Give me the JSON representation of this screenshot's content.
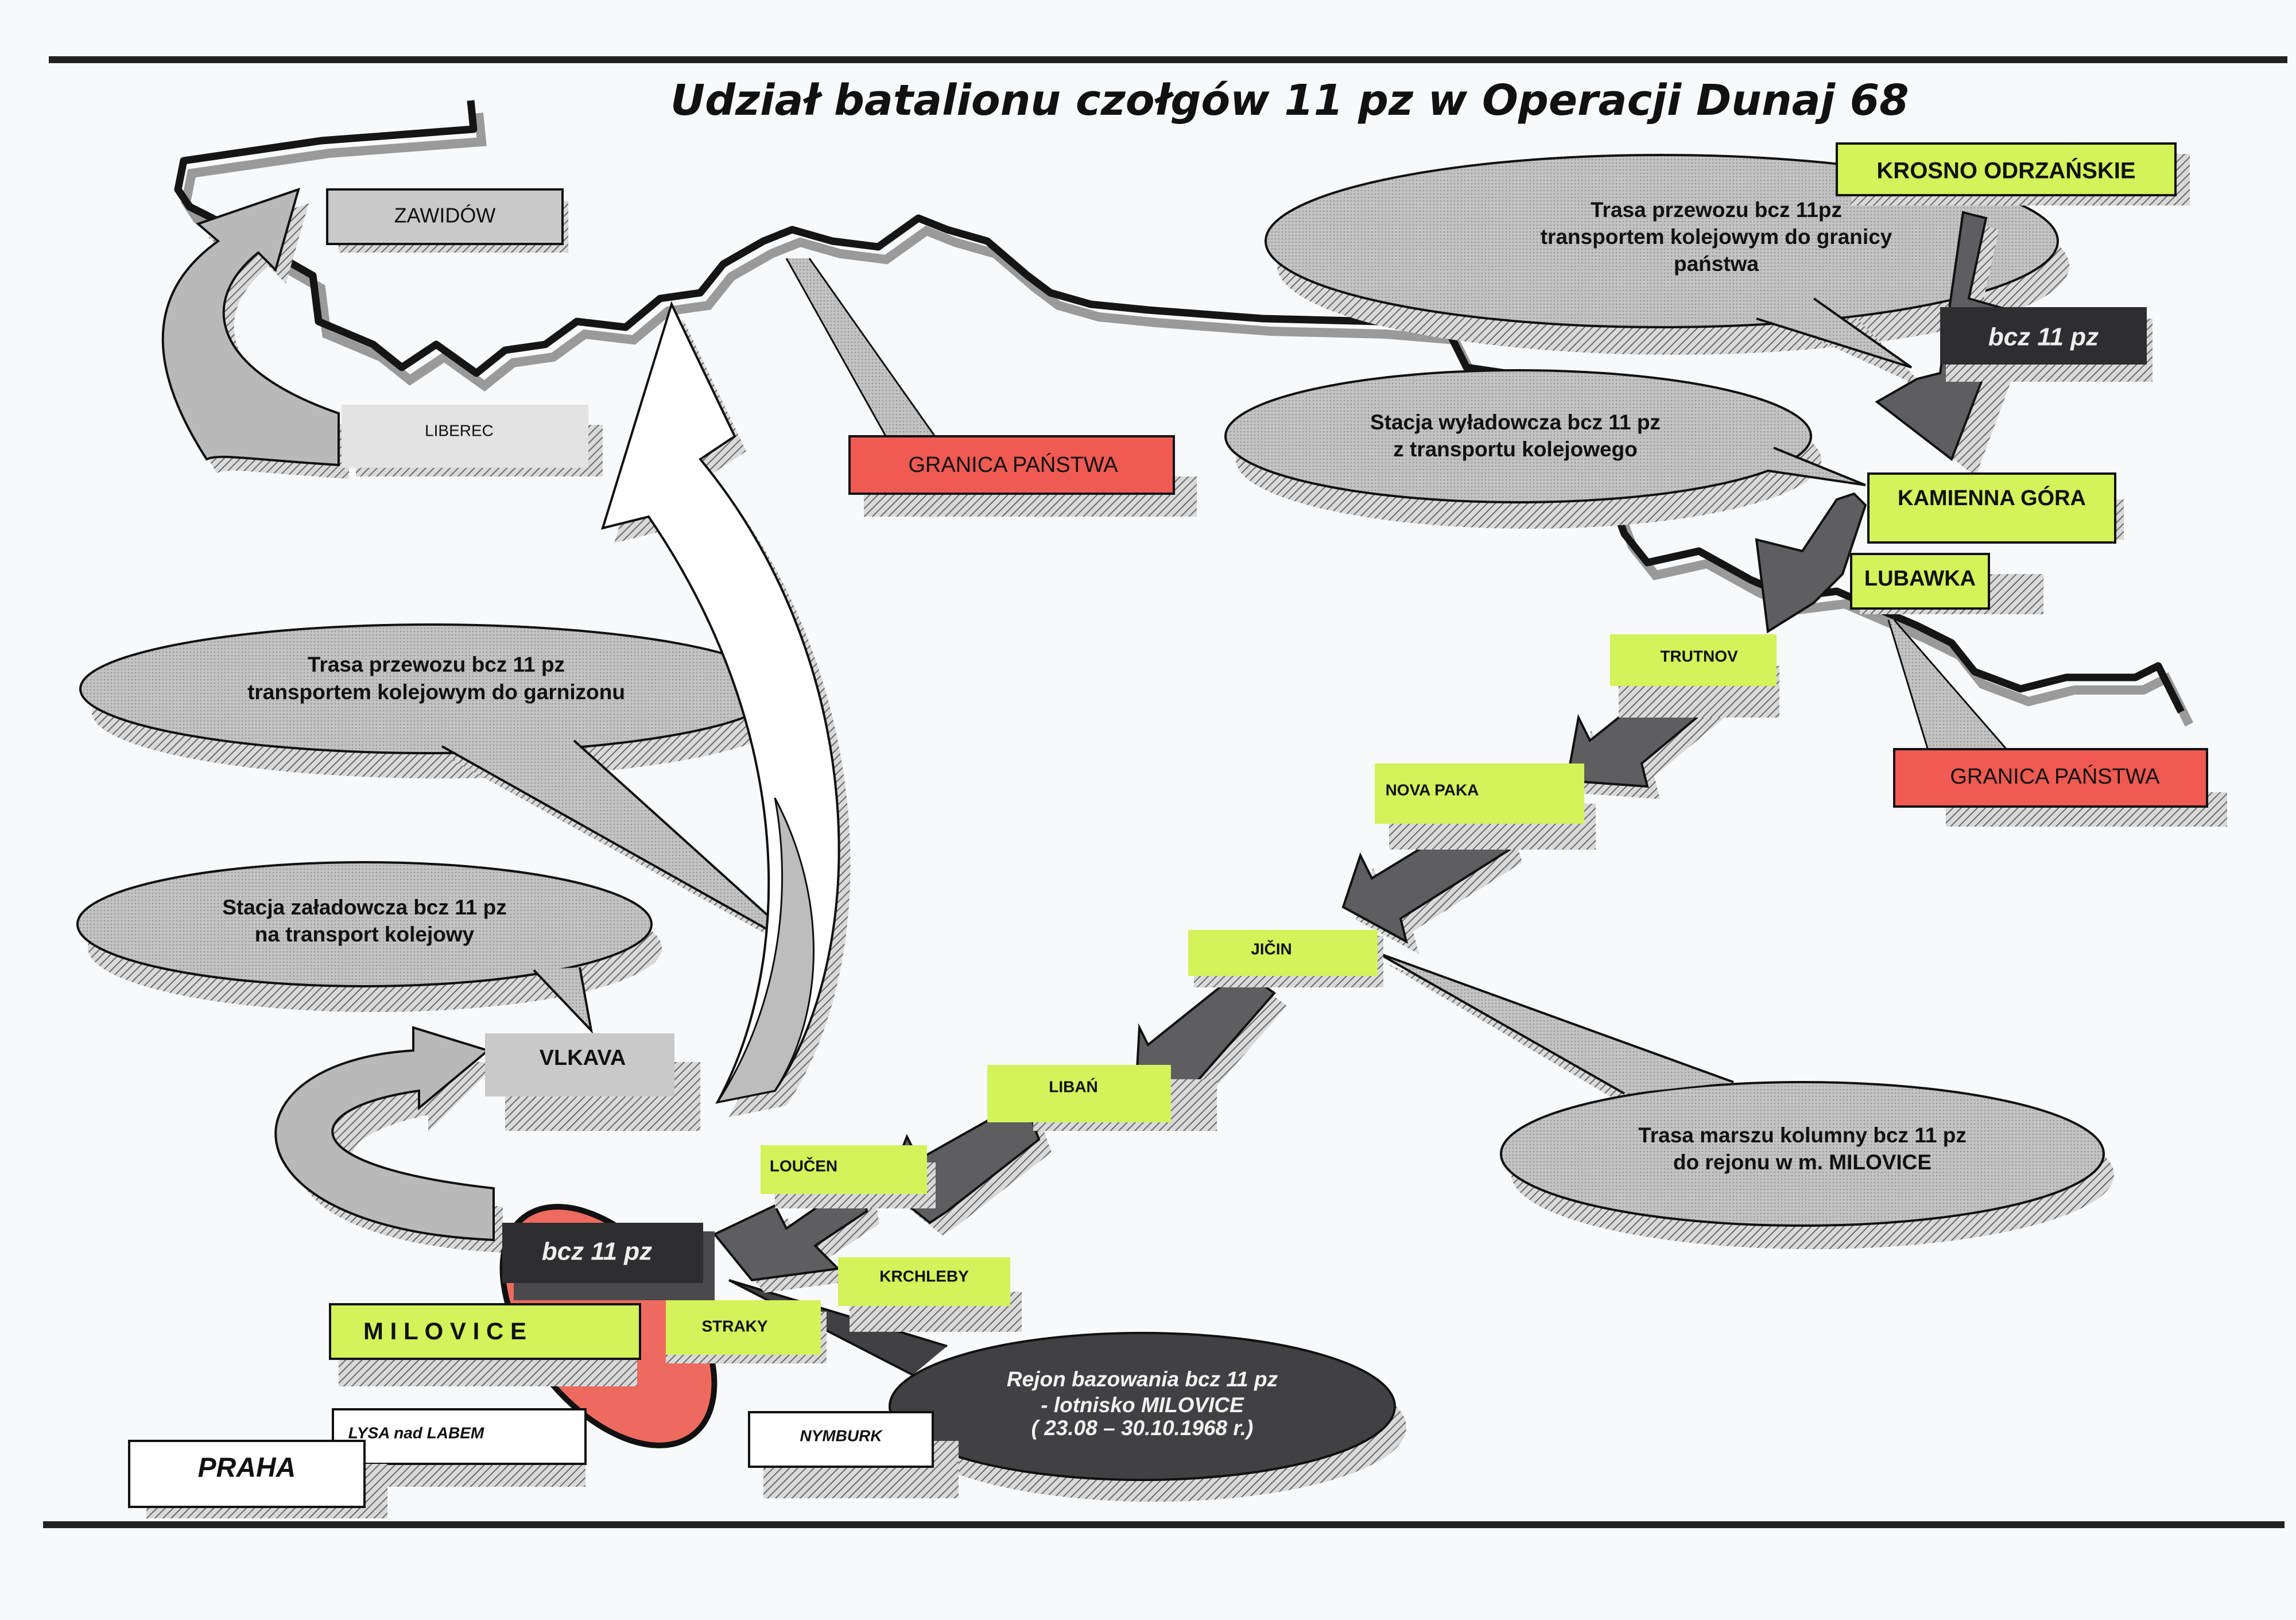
{
  "title": "Udział batalionu czołgów 11 pz w Operacji Dunaj 68",
  "colors": {
    "highlight": "#d4f25a",
    "border_red": "#ef5a52",
    "unit_dark": "#2e2e30",
    "gray_box": "#c9c9c9",
    "arrow_dark": "#5e5e60",
    "arrow_light": "#b8b8b8",
    "bubble": "#bdbdbd",
    "bubble_dark": "#3e3e40"
  },
  "places": {
    "krosno": "KROSNO ODRZAŃSKIE",
    "zawidow": "ZAWIDÓW",
    "liberec": "LIBEREC",
    "granica_left": "GRANICA PAŃSTWA",
    "granica_right": "GRANICA PAŃSTWA",
    "kamienna_gora": "KAMIENNA GÓRA",
    "lubawka": "LUBAWKA",
    "trutnov": "TRUTNOV",
    "nova_paka": "NOVA PAKA",
    "jicin": "JIČIN",
    "liban": "LIBAŃ",
    "loucen": "LOUČEN",
    "krchleby": "KRCHLEBY",
    "straky": "STRAKY",
    "milovice": "M I L O V I C E",
    "vlkava": "VLKAVA",
    "lysa": "LYSA nad LABEM",
    "nymburk": "NYMBURK",
    "praha": "PRAHA"
  },
  "units": {
    "unit_top": "bcz 11 pz",
    "unit_bottom": "bcz 11 pz"
  },
  "callouts": {
    "rail_to_border": [
      "Trasa przewozu bcz 11pz",
      "transportem kolejowym do granicy",
      "państwa"
    ],
    "unloading_station": [
      "Stacja wyładowcza bcz 11 pz",
      "z transportu kolejowego"
    ],
    "rail_to_garrison": [
      "Trasa przewozu bcz 11 pz",
      "transportem kolejowym do garnizonu"
    ],
    "loading_station": [
      "Stacja załadowcza bcz 11 pz",
      "na transport kolejowy"
    ],
    "march_route": [
      "Trasa marszu kolumny bcz 11 pz",
      "do rejonu w m. MILOVICE"
    ],
    "base_area": [
      "Rejon bazowania bcz 11 pz",
      "- lotnisko  MILOVICE",
      "( 23.08 – 30.10.1968 r.)"
    ]
  }
}
